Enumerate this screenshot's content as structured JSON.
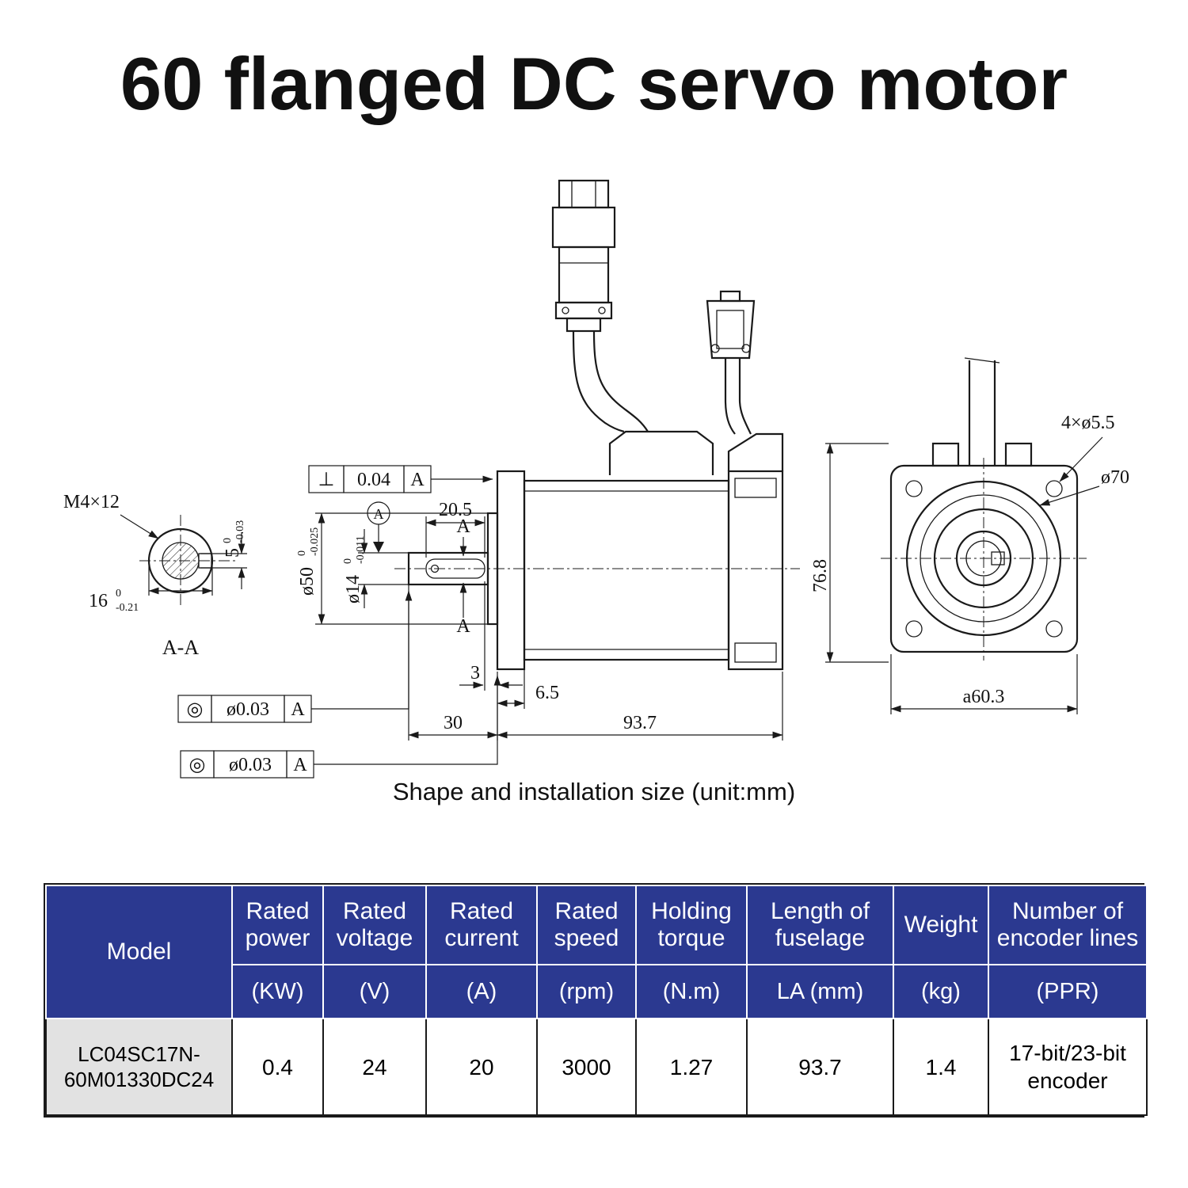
{
  "title": "60 flanged DC servo motor",
  "caption": "Shape and installation size (unit:mm)",
  "drawing": {
    "section_view_label": "A-A",
    "thread_label": "M4×12",
    "datum_flag": "A",
    "section_arrow": "A",
    "tolerances": {
      "perpendicularity": {
        "symbol": "⊥",
        "value": "0.04",
        "datum": "A"
      },
      "concentricity_1": {
        "symbol": "◎",
        "value": "ø0.03",
        "datum": "A"
      },
      "concentricity_2": {
        "symbol": "◎",
        "value": "ø0.03",
        "datum": "A"
      }
    },
    "dims": {
      "key_length": "20.5",
      "key_width": {
        "base": "5",
        "sup": "0",
        "sub": "-0.03"
      },
      "section_width": {
        "base": "16",
        "sup": "0",
        "sub": "-0.21"
      },
      "pilot_dia": {
        "base": "ø50",
        "sup": "0",
        "sub": "-0.025"
      },
      "shaft_dia": {
        "base": "ø14",
        "sup": "0",
        "sub": "-0.011"
      },
      "dim_3": "3",
      "dim_6_5": "6.5",
      "shaft_length": "30",
      "body_length": "93.7",
      "flange_height": "76.8",
      "mount_holes": "4×ø5.5",
      "spigot_dia": "ø70",
      "flange_width": "a60.3"
    }
  },
  "table": {
    "model_header": "Model",
    "columns": [
      {
        "name": "Rated power",
        "unit": "(KW)"
      },
      {
        "name": "Rated voltage",
        "unit": "(V)"
      },
      {
        "name": "Rated current",
        "unit": "(A)"
      },
      {
        "name": "Rated speed",
        "unit": "(rpm)"
      },
      {
        "name": "Holding torque",
        "unit": "(N.m)"
      },
      {
        "name": "Length of fuselage",
        "unit": "LA (mm)"
      },
      {
        "name": "Weight",
        "unit": "(kg)"
      },
      {
        "name": "Number of encoder lines",
        "unit": "(PPR)"
      }
    ],
    "row": {
      "model": "LC04SC17N-60M01330DC24",
      "values": [
        "0.4",
        "24",
        "20",
        "3000",
        "1.27",
        "93.7",
        "1.4",
        "17-bit/23-bit encoder"
      ]
    }
  }
}
